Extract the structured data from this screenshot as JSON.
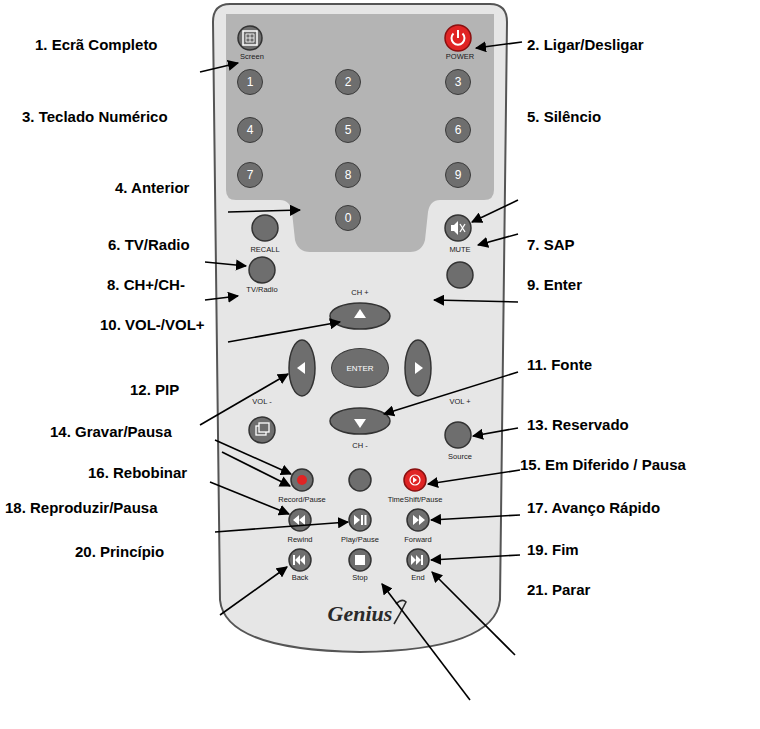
{
  "diagram": {
    "nodes": [
      {
        "text": [
          "1"
        ]
      },
      {
        "text": [
          "2"
        ]
      },
      {
        "text": [
          "3"
        ]
      },
      {
        "text": [
          "4"
        ]
      },
      {
        "text": [
          "5"
        ]
      },
      {
        "text": [
          "6"
        ]
      },
      {
        "text": [
          "7"
        ]
      },
      {
        "text": [
          "8"
        ]
      },
      {
        "text": [
          "9"
        ]
      },
      {
        "text": [
          "0"
        ]
      },
      {
        "text": [
          "ENTER"
        ]
      }
    ],
    "labels": [
      "1. Ecrã Completo",
      "Screen",
      "POWER",
      "2. Ligar/Desligar",
      "3. Teclado Numérico",
      "5. Silêncio",
      "4. Anterior",
      "RECALL",
      "MUTE",
      "6. TV/Radio",
      "TV/Radio",
      "7. SAP",
      "CH +",
      "8. CH+/CH-",
      "9. Enter",
      "10. VOL-/VOL+",
      "VOL -",
      "VOL +",
      "11. Fonte",
      "CH -",
      "12. PIP",
      "13. Reservado",
      "Source",
      "14. Gravar/Pausa",
      "15. Em Diferido / Pausa",
      "Record/Pause",
      "TimeShift/Pause",
      "16. Rebobinar",
      "17. Avanço Rápido",
      "Rewind",
      "Play/Pause",
      "Forward",
      "18. Reproduzir/Pausa",
      "19. Fim",
      "Back",
      "Stop",
      "End",
      "20. Princípio",
      "21. Parar",
      "Genius"
    ]
  }
}
